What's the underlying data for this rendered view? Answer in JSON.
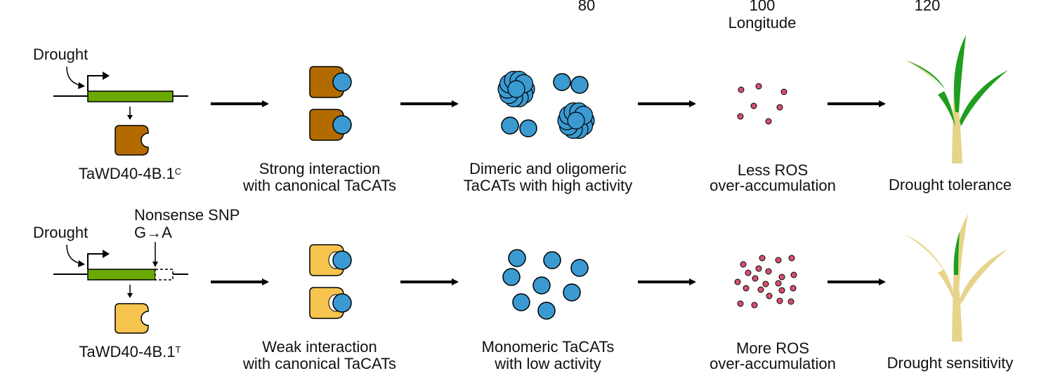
{
  "top_axis": {
    "ticks": [
      "80",
      "100",
      "120"
    ],
    "label": "Longitude"
  },
  "rows": [
    {
      "id": "tolerant",
      "stimulus_label": "Drought",
      "protein_label": "TaWD40-4B.1",
      "protein_allele": "C",
      "protein_color": "#b36b00",
      "gene_color": "#6aaa00",
      "interaction_label_1": "Strong interaction",
      "interaction_label_2": "with canonical TaCATs",
      "catalase_label_1": "Dimeric and oligomeric",
      "catalase_label_2": "TaCATs with high activity",
      "ros_label_1": "Less ROS",
      "ros_label_2": "over-accumulation",
      "outcome_label": "Drought tolerance"
    },
    {
      "id": "sensitive",
      "stimulus_label": "Drought",
      "mutation_label_1": "Nonsense SNP",
      "mutation_label_2": "G→A",
      "protein_label": "TaWD40-4B.1",
      "protein_allele": "T",
      "protein_color": "#f6c44f",
      "gene_color": "#6aaa00",
      "interaction_label_1": "Weak interaction",
      "interaction_label_2": "with canonical TaCATs",
      "catalase_label_1": "Monomeric TaCATs",
      "catalase_label_2": "with low activity",
      "ros_label_1": "More ROS",
      "ros_label_2": "over-accumulation",
      "outcome_label": "Drought sensitivity"
    }
  ],
  "colors": {
    "catalase": "#3a9ad1",
    "ros": "#d8506e",
    "leaf_green": "#1f9e1f",
    "leaf_tan": "#e6d48a"
  }
}
